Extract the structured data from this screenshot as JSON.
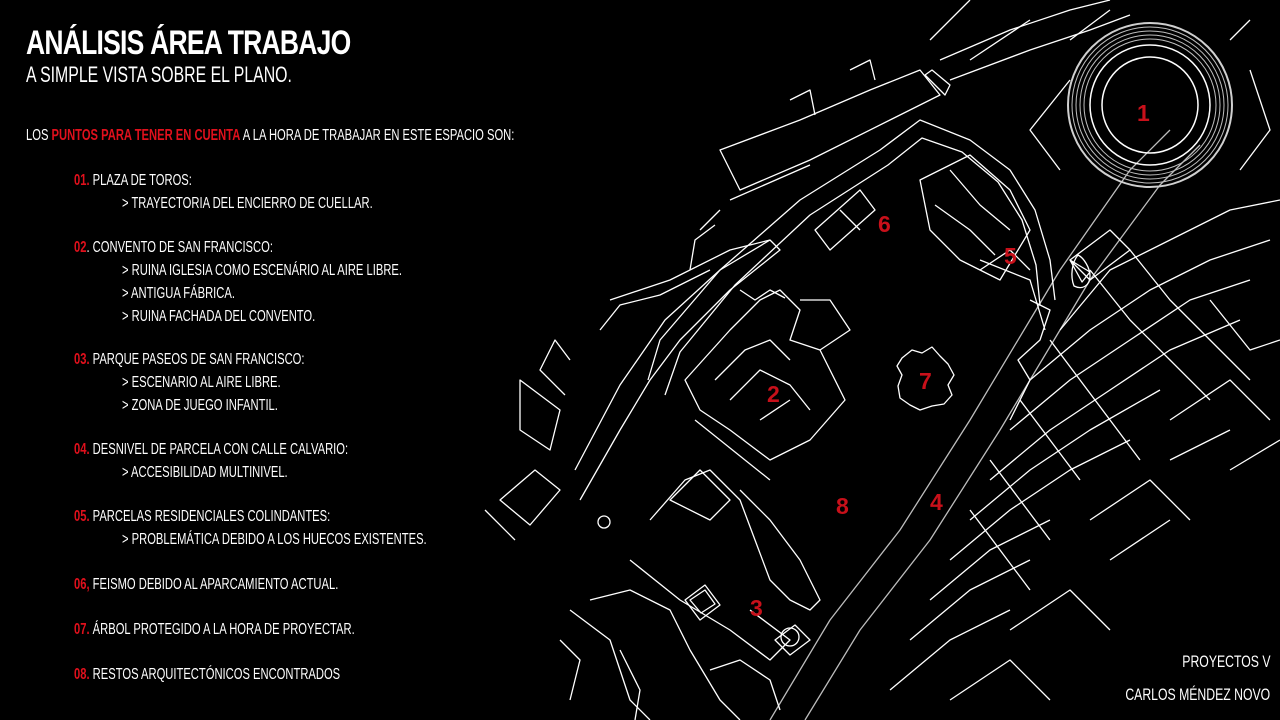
{
  "header": {
    "title": "ANÁLISIS ÁREA TRABAJO",
    "subtitle": "A SIMPLE VISTA SOBRE EL PLANO."
  },
  "intro": {
    "prefix": "LOS ",
    "highlight": "PUNTOS PARA TENER EN CUENTA",
    "suffix": " A LA HORA DE TRABAJAR EN ESTE ESPACIO SON:"
  },
  "points": [
    {
      "num": "01.",
      "text": " PLAZA DE TOROS:",
      "subs": [
        "> TRAYECTORIA DEL ENCIERRO DE CUELLAR."
      ]
    },
    {
      "num": "02",
      "text": ". CONVENTO DE SAN FRANCISCO:",
      "subs": [
        "> RUINA IGLESIA COMO ESCENÁRIO AL AIRE LIBRE.",
        "> ANTIGUA FÁBRICA.",
        "> RUINA FACHADA DEL CONVENTO."
      ]
    },
    {
      "num": "03.",
      "text": " PARQUE PASEOS DE SAN FRANCISCO:",
      "subs": [
        "> ESCENARIO AL AIRE LIBRE.",
        "> ZONA DE JUEGO INFANTIL."
      ]
    },
    {
      "num": "04.",
      "text": " DESNIVEL DE PARCELA CON CALLE CALVARIO:",
      "subs": [
        "> ACCESIBILIDAD MULTINIVEL."
      ]
    },
    {
      "num": "05.",
      "text": " PARCELAS RESIDENCIALES COLINDANTES:",
      "subs": [
        "> PROBLEMÁTICA DEBIDO A LOS HUECOS EXISTENTES."
      ]
    },
    {
      "num": "06,",
      "text": " FEISMO DEBIDO AL APARCAMIENTO ACTUAL.",
      "subs": []
    },
    {
      "num": "07.",
      "text": " ÁRBOL PROTEGIDO A LA HORA DE PROYECTAR.",
      "subs": []
    },
    {
      "num": "08.",
      "text": " RESTOS ARQUITECTÓNICOS ENCONTRADOS",
      "subs": []
    }
  ],
  "map_labels": [
    "1",
    "2",
    "3",
    "4",
    "5",
    "6",
    "7",
    "8"
  ],
  "credits": {
    "course": "PROYECTOS V",
    "author": "CARLOS MÉNDEZ NOVO"
  },
  "colors": {
    "background": "#000000",
    "accent_red": "#e0101c",
    "map_label_red": "#c8101a",
    "line_white": "#ffffff"
  }
}
